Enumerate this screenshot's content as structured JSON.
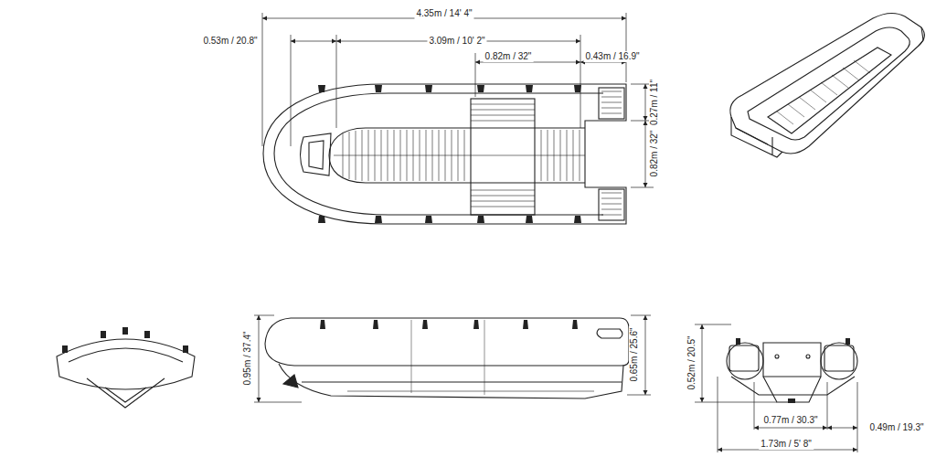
{
  "diagram": {
    "labels": [
      "4.35m / 14' 4\"",
      "0.53m / 20.8\"",
      "3.09m / 10' 2\"",
      "0.82m / 32\"",
      "0.43m / 16.9\"",
      "0.27m / 11\"",
      "0.82m / 32\"",
      "0.65m / 25.6\"",
      "0.95m / 37.4\"",
      "0.52m / 20.5\"",
      "0.77m / 30.3\"",
      "0.49m / 19.3\"",
      "1.73m / 5' 8\""
    ]
  }
}
